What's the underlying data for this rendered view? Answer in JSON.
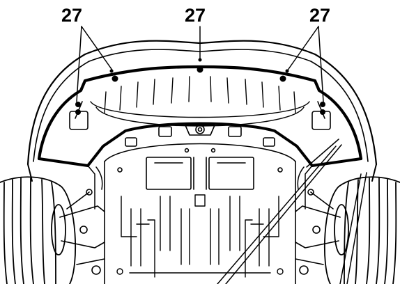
{
  "figure": {
    "callouts": {
      "left": "27",
      "center": "27",
      "right": "27"
    },
    "colors": {
      "line": "#000000",
      "background": "#ffffff"
    }
  }
}
